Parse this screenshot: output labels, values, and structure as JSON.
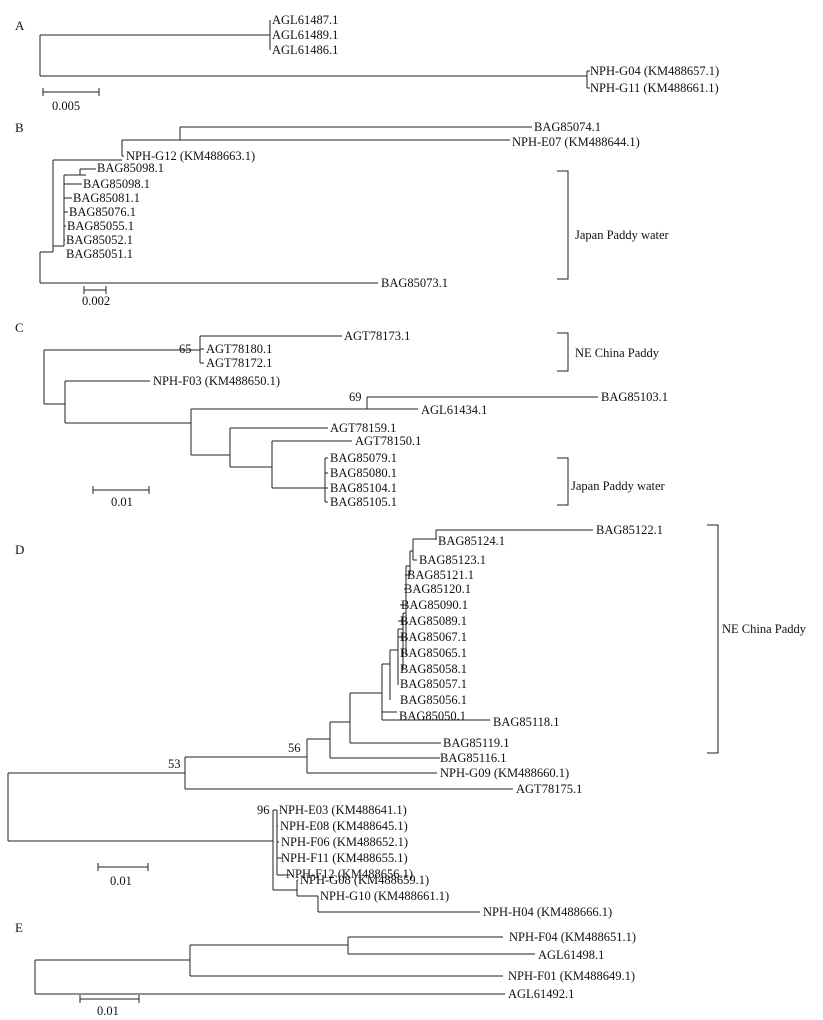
{
  "panels": {
    "A": {
      "label": "A",
      "scale": "0.005",
      "taxa": [
        "AGL61487.1",
        "AGL61489.1",
        "AGL61486.1",
        "NPH-G04 (KM488657.1)",
        "NPH-G11 (KM488661.1)"
      ]
    },
    "B": {
      "label": "B",
      "scale": "0.002",
      "taxa": [
        "BAG85074.1",
        "NPH-E07 (KM488644.1)",
        "NPH-G12 (KM488663.1)",
        "BAG85098.1",
        "BAG85098.1",
        "BAG85081.1",
        "BAG85076.1",
        "BAG85055.1",
        "BAG85052.1",
        "BAG85051.1",
        "BAG85073.1"
      ],
      "group": "Japan Paddy water"
    },
    "C": {
      "label": "C",
      "scale": "0.01",
      "taxa": [
        "AGT78173.1",
        "AGT78180.1",
        "AGT78172.1",
        "NPH-F03 (KM488650.1)",
        "BAG85103.1",
        "AGL61434.1",
        "AGT78159.1",
        "AGT78150.1",
        "BAG85079.1",
        "BAG85080.1",
        "BAG85104.1",
        "BAG85105.1"
      ],
      "bootstraps": [
        "65",
        "69"
      ],
      "groups": [
        "NE China Paddy",
        "Japan Paddy water"
      ]
    },
    "D": {
      "label": "D",
      "scale": "0.01",
      "taxa": [
        "BAG85122.1",
        "BAG85124.1",
        "BAG85123.1",
        "BAG85121.1",
        "BAG85120.1",
        "BAG85090.1",
        "BAG85089.1",
        "BAG85067.1",
        "BAG85065.1",
        "BAG85058.1",
        "BAG85057.1",
        "BAG85056.1",
        "BAG85050.1",
        "BAG85118.1",
        "BAG85119.1",
        "BAG85116.1",
        "NPH-G09 (KM488660.1)",
        "AGT78175.1",
        "NPH-E03 (KM488641.1)",
        "NPH-E08 (KM488645.1)",
        "NPH-F06 (KM488652.1)",
        "NPH-F11 (KM488655.1)",
        "NPH-F12 (KM488656.1)",
        "NPH-G08 (KM488659.1)",
        "NPH-G10 (KM488661.1)",
        "NPH-H04 (KM488666.1)"
      ],
      "bootstraps": [
        "53",
        "56",
        "96"
      ],
      "group": "NE China Paddy"
    },
    "E": {
      "label": "E",
      "scale": "0.01",
      "taxa": [
        "NPH-F04 (KM488651.1)",
        "AGL61498.1",
        "NPH-F01 (KM488649.1)",
        "AGL61492.1"
      ]
    }
  }
}
